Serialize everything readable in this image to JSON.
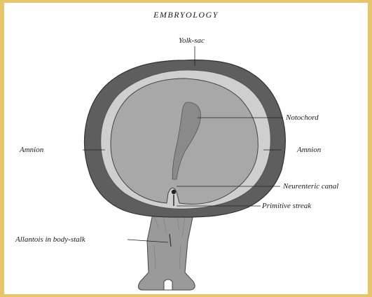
{
  "figure": {
    "title": "EMBRYOLOGY",
    "labels": {
      "yolk_sac": "Yolk-sac",
      "notochord": "Notochord",
      "amnion_left": "Amnion",
      "amnion_right": "Amnion",
      "neurenteric_canal": "Neurenteric canal",
      "primitive_streak": "Primitive streak",
      "allantois": "Allantois in body-stalk"
    }
  },
  "colors": {
    "page_border": "#e8c56a",
    "background": "#ffffff",
    "yolk_sac_outer": "#5e5e5e",
    "amnion_band": "#cfcfcf",
    "embryonic_disc": "#a8a8a8",
    "notochord": "#8a8a8a",
    "body_stalk": "#9a9a9a"
  }
}
